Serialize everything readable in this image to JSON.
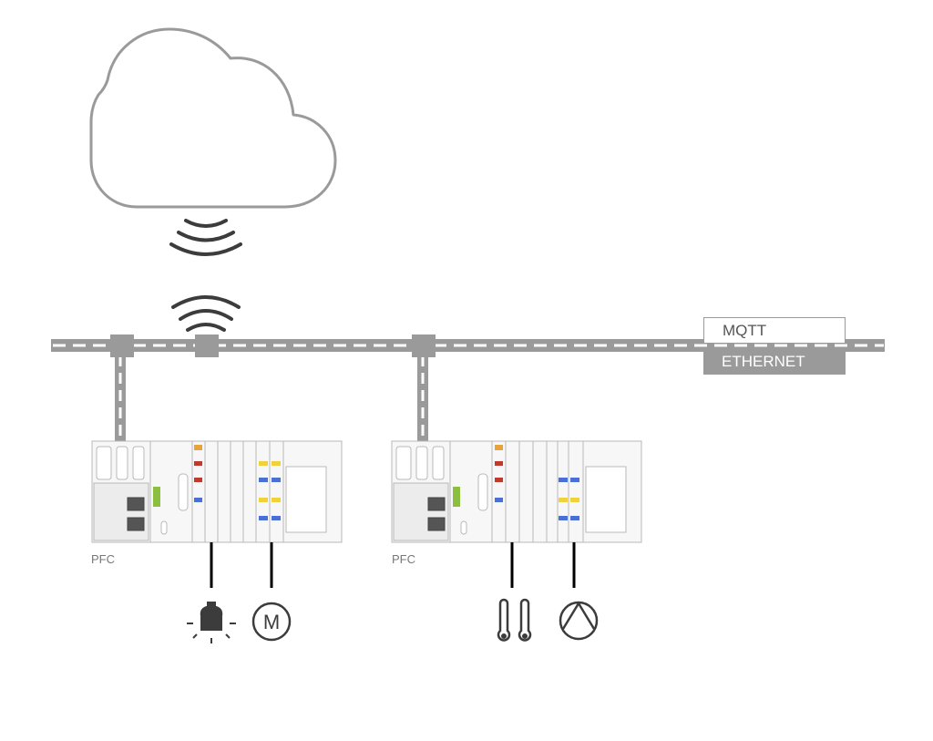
{
  "labels": {
    "mqtt": "MQTT",
    "ethernet": "ETHERNET",
    "pfc_left": "PFC",
    "pfc_right": "PFC"
  },
  "icons": {
    "cloud": "cloud-icon",
    "wireless_down": "wireless-signal-icon",
    "wireless_up": "wireless-signal-icon",
    "lamp": "light-bulb-icon",
    "motor": "motor-icon",
    "thermometers": "thermometer-icon",
    "pump": "pump-icon"
  },
  "colors": {
    "line_gray": "#9a9a9a",
    "device_outline": "#b8b8b8",
    "accent_red": "#c0392b",
    "accent_orange": "#e8a33a",
    "accent_yellow": "#f0d23c",
    "accent_blue": "#4a6fd6",
    "wago_green": "#8cbf3f"
  }
}
